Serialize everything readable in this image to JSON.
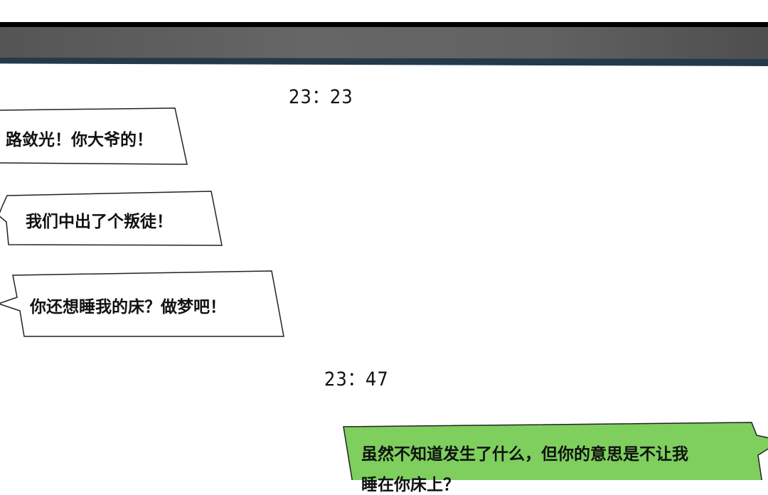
{
  "conversation": {
    "groups": [
      {
        "timestamp": "23：23",
        "messages": [
          {
            "text": "路敛光！你大爷的！",
            "side": "left"
          },
          {
            "text": "我们中出了个叛徒！",
            "side": "left"
          },
          {
            "text": "你还想睡我的床？做梦吧！",
            "side": "left"
          }
        ]
      },
      {
        "timestamp": "23：47",
        "messages": [
          {
            "text": "虽然不知道发生了什么，但你的意思是不让我",
            "text_line2": "睡在你床上？",
            "side": "right"
          }
        ]
      }
    ]
  },
  "colors": {
    "outgoing_bubble": "#7ecf5e",
    "incoming_bubble": "#ffffff",
    "header_stripe": "#243a4c"
  }
}
